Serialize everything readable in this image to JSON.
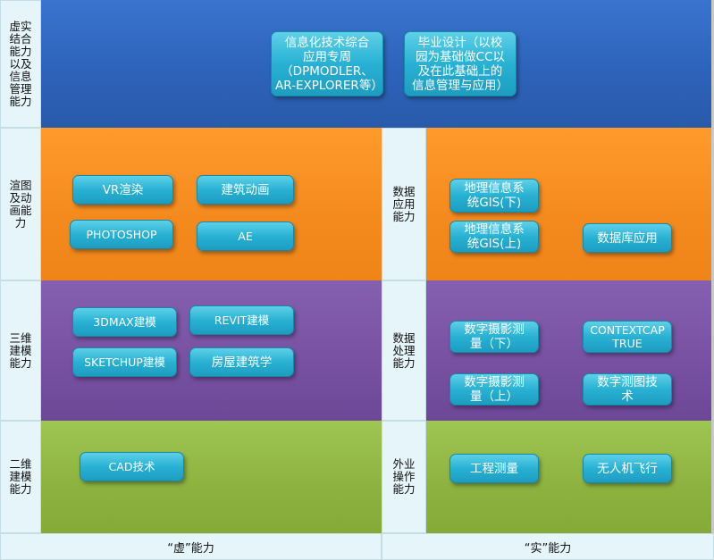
{
  "row_labels": {
    "virtual_real": "虚实\n结合\n能力\n以及\n信息\n管理\n能力",
    "render": "渲图\n及动\n画能\n力",
    "model3d": "三维\n建模\n能力",
    "model2d": "二维\n建模\n能力",
    "data_app": "数据\n应用\n能力",
    "data_proc": "数据\n处理\n能力",
    "field": "外业\n操作\n能力"
  },
  "boxes": {
    "info_week": "信息化技术综合\n应用专周\n（DPMODLER、\nAR-EXPLORER等）",
    "graduation": "毕业设计（以校\n园为基础做CC以\n及在此基础上的\n信息管理与应用）",
    "vr": "VR渲染",
    "arch_anim": "建筑动画",
    "photoshop": "PHOTOSHOP",
    "ae": "AE",
    "max3d": "3DMAX建模",
    "revit": "REVIT建模",
    "sketchup": "SKETCHUP建模",
    "house": "房屋建筑学",
    "cad": "CAD技术",
    "gis2": "地理信息系\n统GIS(下)",
    "gis1": "地理信息系\n统GIS(上)",
    "database": "数据库应用",
    "photo2": "数字摄影测\n量（下）",
    "cc": "CONTEXTCAP\nTRUE",
    "photo1": "数字摄影测\n量（上）",
    "mapping": "数字测图技\n术",
    "survey": "工程测量",
    "uav": "无人机飞行"
  },
  "footer": {
    "virtual": "“虚”能力",
    "real": "“实”能力"
  },
  "colors": {
    "blue_band": "#2d63ba",
    "orange_band": "#f48a1e",
    "purple_band": "#7750a2",
    "green_band": "#8db23f",
    "button": "#28b1d4",
    "label_bg": "#e6f5fa"
  }
}
